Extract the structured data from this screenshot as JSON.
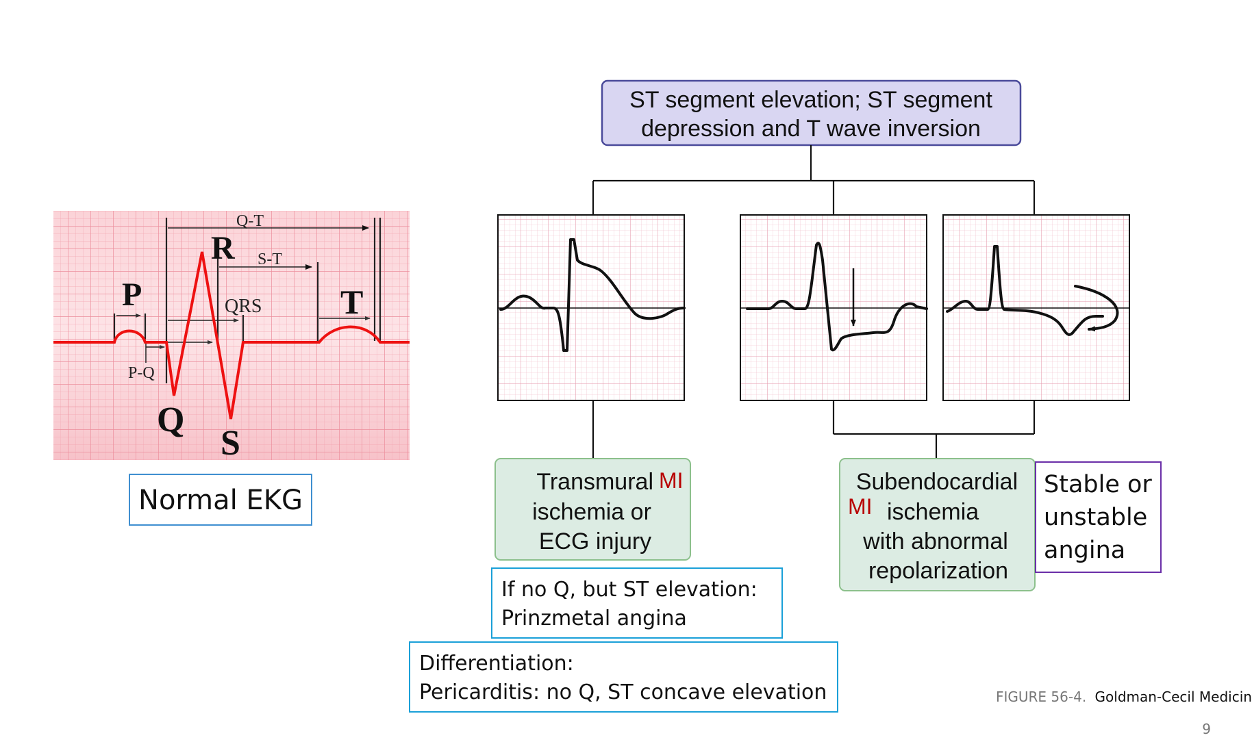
{
  "top_box": {
    "line1": "ST segment elevation; ST segment",
    "line2": "depression and T wave inversion"
  },
  "normal_ekg": {
    "labels": {
      "p": "P",
      "q": "Q",
      "r": "R",
      "s": "S",
      "t": "T",
      "qt": "Q-T",
      "st": "S-T",
      "qrs": "QRS",
      "pq": "P-Q"
    },
    "caption": "Normal EKG"
  },
  "transmural_box": {
    "line1": "Transmural",
    "line1_highlight": "MI",
    "line2": "ischemia or",
    "line3": "ECG injury"
  },
  "subendocardial_box": {
    "line1": "Subendocardial",
    "line2_highlight": "MI",
    "line2": "ischemia",
    "line3": "with abnormal",
    "line4": "repolarization"
  },
  "angina_box": {
    "line1": "Stable or",
    "line2": "unstable",
    "line3": "angina"
  },
  "prinzmetal_box": {
    "line1": "If no Q, but ST elevation:",
    "line2": "Prinzmetal angina"
  },
  "differentiation_box": {
    "line1": "Differentiation:",
    "line2": "Pericarditis: no Q, ST concave elevation"
  },
  "source": {
    "figure": "FIGURE 56-4.",
    "book": "Goldman-Cecil Medicine"
  },
  "page_number": "9",
  "colors": {
    "highlight_red": "#b80000",
    "ekg_trace_red": "#ee1111",
    "box_green_fill": "#dcece3",
    "box_green_border": "#8cc08c",
    "box_lavender_fill": "#d9d6f2",
    "box_lavender_border": "#4a4a9a",
    "box_blue_border": "#1aa0d8",
    "box_purple_border": "#6a2ea8",
    "caption_border": "#3f8fd0"
  }
}
